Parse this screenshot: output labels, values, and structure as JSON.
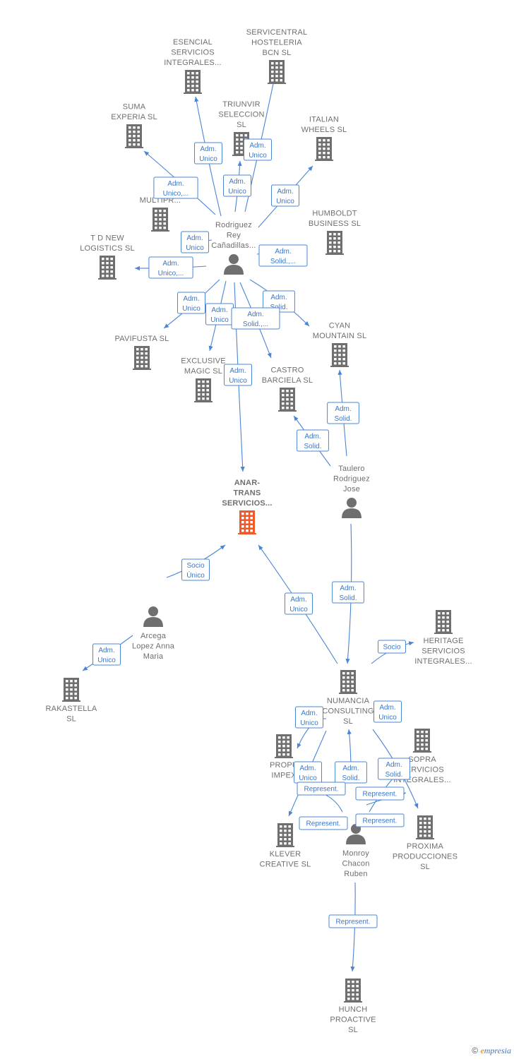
{
  "colors": {
    "edge": "#4a86d4",
    "node": "#6f6f6f",
    "main_node": "#f05a28"
  },
  "footer": {
    "copyright": "©",
    "brand_e": "e",
    "brand_rest": "mpresia"
  },
  "diagram": {
    "nodes": [
      {
        "id": "esencial",
        "type": "company",
        "lines": [
          "ESENCIAL",
          "SERVICIOS",
          "INTEGRALES..."
        ]
      },
      {
        "id": "servicentral",
        "type": "company",
        "lines": [
          "SERVICENTRAL",
          "HOSTELERIA",
          "BCN  SL"
        ]
      },
      {
        "id": "suma",
        "type": "company",
        "lines": [
          "SUMA",
          "EXPERIA  SL"
        ]
      },
      {
        "id": "triunvir",
        "type": "company",
        "lines": [
          "TRIUNVIR",
          "SELECCION",
          "SL"
        ]
      },
      {
        "id": "italian",
        "type": "company",
        "lines": [
          "ITALIAN",
          "WHEELS  SL"
        ]
      },
      {
        "id": "multipr",
        "type": "company",
        "lines": [
          "MULTIPR..."
        ]
      },
      {
        "id": "humboldt",
        "type": "company",
        "lines": [
          "HUMBOLDT",
          "BUSINESS  SL"
        ]
      },
      {
        "id": "tdnew",
        "type": "company",
        "lines": [
          "T D NEW",
          "LOGISTICS  SL"
        ]
      },
      {
        "id": "rodriguez",
        "type": "person",
        "lines": [
          "Rodriguez",
          "Rey",
          "Cañadillas..."
        ]
      },
      {
        "id": "pavifusta",
        "type": "company",
        "lines": [
          "PAVIFUSTA SL"
        ]
      },
      {
        "id": "exclusive",
        "type": "company",
        "lines": [
          "EXCLUSIVE",
          "MAGIC  SL"
        ]
      },
      {
        "id": "castro",
        "type": "company",
        "lines": [
          "CASTRO",
          "BARCIELA  SL"
        ]
      },
      {
        "id": "cyan",
        "type": "company",
        "lines": [
          "CYAN",
          "MOUNTAIN  SL"
        ]
      },
      {
        "id": "taulero",
        "type": "person",
        "lines": [
          "Taulero",
          "Rodriguez",
          "Jose"
        ]
      },
      {
        "id": "anar",
        "type": "main",
        "lines": [
          "ANAR-",
          "TRANS",
          "SERVICIOS..."
        ]
      },
      {
        "id": "arcega",
        "type": "person",
        "lines": [
          "Arcega",
          "Lopez Anna",
          "Maria"
        ]
      },
      {
        "id": "rakastella",
        "type": "company",
        "lines": [
          "RAKASTELLA",
          "SL"
        ]
      },
      {
        "id": "heritage",
        "type": "company",
        "lines": [
          "HERITAGE",
          "SERVICIOS",
          "INTEGRALES..."
        ]
      },
      {
        "id": "numancia",
        "type": "company",
        "lines": [
          "NUMANCIA",
          "CONSULTING",
          "SL"
        ]
      },
      {
        "id": "propu",
        "type": "company",
        "lines": [
          "PROPU",
          "IMPEX"
        ]
      },
      {
        "id": "sopra",
        "type": "company",
        "lines": [
          "SOPRA",
          "SERVICIOS",
          "INTEGRALES..."
        ]
      },
      {
        "id": "klever",
        "type": "company",
        "lines": [
          "KLEVER",
          "CREATIVE  SL"
        ]
      },
      {
        "id": "monroy",
        "type": "person",
        "lines": [
          "Monroy",
          "Chacon",
          "Ruben"
        ]
      },
      {
        "id": "proxima",
        "type": "company",
        "lines": [
          "PROXIMA",
          "PRODUCCIONES",
          "SL"
        ]
      },
      {
        "id": "hunch",
        "type": "company",
        "lines": [
          "HUNCH",
          "PROACTIVE",
          "SL"
        ]
      }
    ],
    "edges": [
      {
        "from": "rodriguez",
        "to": "esencial",
        "lines": [
          "Adm.",
          "Unico"
        ]
      },
      {
        "from": "rodriguez",
        "to": "servicentral",
        "lines": [
          "Adm.",
          "Unico"
        ]
      },
      {
        "from": "rodriguez",
        "to": "triunvir",
        "lines": [
          "Adm.",
          "Unico"
        ]
      },
      {
        "from": "rodriguez",
        "to": "suma",
        "lines": [
          "Adm.",
          "Unico,..."
        ]
      },
      {
        "from": "rodriguez",
        "to": "italian",
        "lines": [
          "Adm.",
          "Unico"
        ]
      },
      {
        "from": "rodriguez",
        "to": "multipr",
        "lines": [
          "Adm.",
          "Unico"
        ]
      },
      {
        "from": "rodriguez",
        "to": "humboldt",
        "lines": [
          "Adm.",
          "Solid.,..."
        ]
      },
      {
        "from": "rodriguez",
        "to": "tdnew",
        "lines": [
          "Adm.",
          "Unico,..."
        ]
      },
      {
        "from": "rodriguez",
        "to": "pavifusta",
        "lines": [
          "Adm.",
          "Unico"
        ]
      },
      {
        "from": "rodriguez",
        "to": "exclusive",
        "lines": [
          "Adm.",
          "Unico"
        ]
      },
      {
        "from": "rodriguez",
        "to": "cyan",
        "lines": [
          "Adm.",
          "Solid."
        ]
      },
      {
        "from": "rodriguez",
        "to": "castro",
        "lines": [
          "Adm.",
          "Solid.,..."
        ]
      },
      {
        "from": "rodriguez",
        "to": "anar",
        "lines": [
          "Adm.",
          "Unico"
        ]
      },
      {
        "from": "taulero",
        "to": "cyan",
        "lines": [
          "Adm.",
          "Solid."
        ]
      },
      {
        "from": "taulero",
        "to": "castro",
        "lines": [
          "Adm.",
          "Solid."
        ]
      },
      {
        "from": "taulero",
        "to": "numancia",
        "lines": [
          "Adm.",
          "Solid."
        ]
      },
      {
        "from": "arcega",
        "to": "anar",
        "lines": [
          "Socio",
          "Único"
        ]
      },
      {
        "from": "arcega",
        "to": "rakastella",
        "lines": [
          "Adm.",
          "Unico"
        ]
      },
      {
        "from": "numancia",
        "to": "anar",
        "lines": [
          "Adm.",
          "Unico"
        ]
      },
      {
        "from": "numancia",
        "to": "heritage",
        "lines": [
          "Socio"
        ]
      },
      {
        "from": "numancia",
        "to": "propu",
        "lines": [
          "Adm.",
          "Unico"
        ]
      },
      {
        "from": "numancia",
        "to": "proxima",
        "lines": [
          "Adm.",
          "Unico"
        ]
      },
      {
        "from": "monroy",
        "to": "klever",
        "lines": [
          "Adm.",
          "Unico"
        ]
      },
      {
        "from": "monroy",
        "to": "numancia",
        "lines": [
          "Adm.",
          "Solid."
        ]
      },
      {
        "from": "monroy",
        "to": "sopra",
        "lines": [
          "Adm.",
          "Solid."
        ]
      },
      {
        "from": "monroy",
        "to": "propu",
        "lines": [
          "Represent."
        ]
      },
      {
        "from": "monroy",
        "to": "sopra",
        "lines": [
          "Represent."
        ]
      },
      {
        "from": "monroy",
        "to": "klever",
        "lines": [
          "Represent."
        ]
      },
      {
        "from": "monroy",
        "to": "proxima",
        "lines": [
          "Represent."
        ]
      },
      {
        "from": "monroy",
        "to": "hunch",
        "lines": [
          "Represent."
        ]
      }
    ]
  }
}
